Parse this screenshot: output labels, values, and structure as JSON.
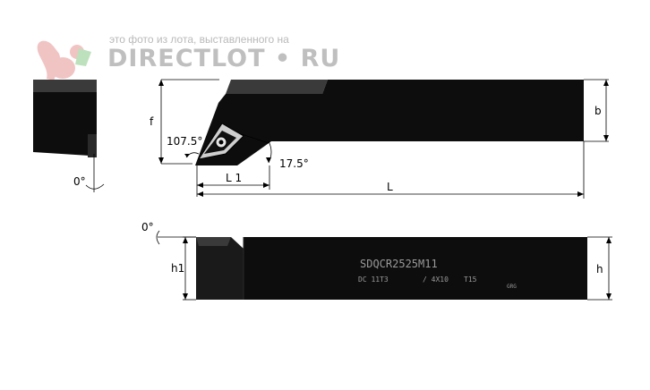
{
  "watermark": {
    "caption": "это фото из лота, выставленного на",
    "brand": "DIRECTLOT • RU"
  },
  "labels": {
    "f": "f",
    "angle_entering": "107.5°",
    "angle_clearance": "17.5°",
    "L1": "L 1",
    "L": "L",
    "b": "b",
    "zero_end_view": "0°",
    "zero_side_view": "0°",
    "h1": "h1",
    "h": "h"
  },
  "engraving": {
    "model": "SDQCR2525M11",
    "insert": "DC    11T3",
    "screw": "/ 4X10",
    "key": "T15",
    "small": "GRG"
  },
  "colors": {
    "body": "#0d0d0d",
    "shank_top": "#3a3a3a",
    "line": "#000000",
    "watermark": "#bfbfbf",
    "engraving": "#9a9a9a"
  }
}
